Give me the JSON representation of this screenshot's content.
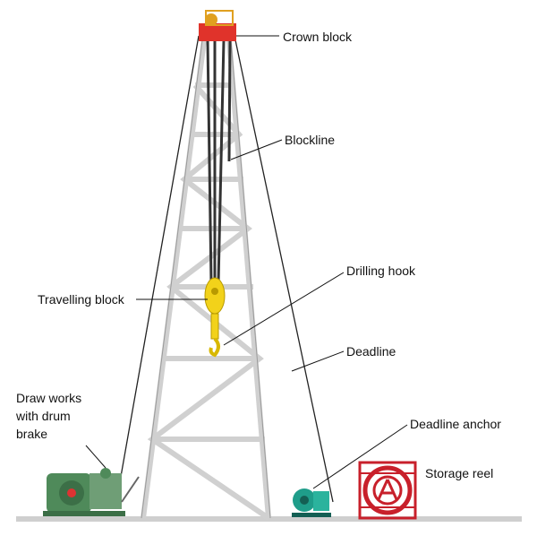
{
  "labels": {
    "crown_block": "Crown block",
    "blockline": "Blockline",
    "drilling_hook": "Drilling hook",
    "travelling_block": "Travelling block",
    "deadline": "Deadline",
    "draw_works": [
      "Draw works",
      "with drum",
      "brake"
    ],
    "deadline_anchor": "Deadline anchor",
    "storage_reel": "Storage reel"
  },
  "colors": {
    "crown": "#e0332b",
    "block": "#f2d21a",
    "drawworks": "#4f8a5a",
    "anchor": "#1f9d8a",
    "reel": "#c8202b",
    "structure": "#d4d4d4"
  }
}
